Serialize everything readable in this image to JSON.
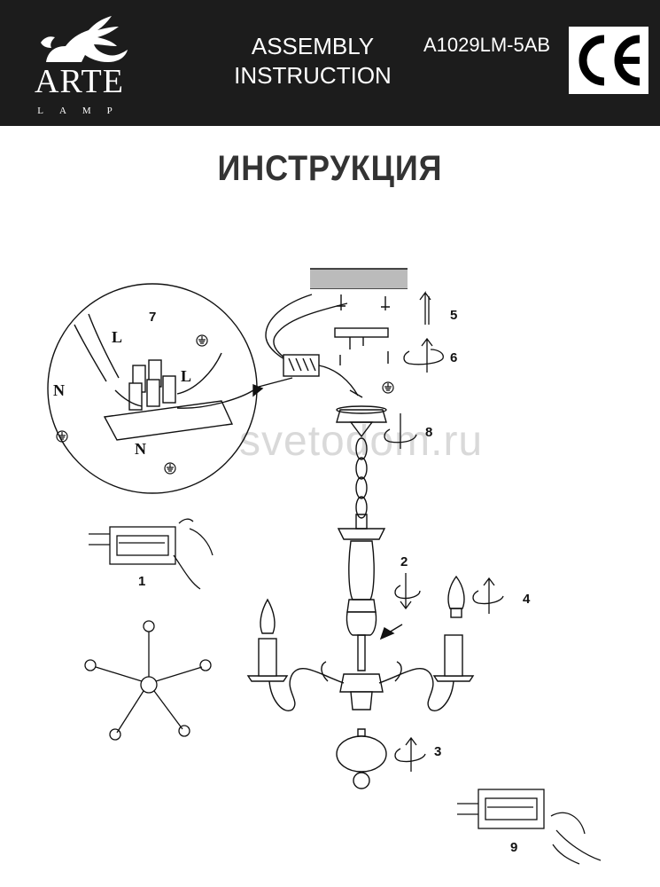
{
  "header": {
    "brand": "ARTE",
    "brand_sub": "LAMP",
    "title_line1": "ASSEMBLY",
    "title_line2": "INSTRUCTION",
    "model": "A1029LM-5AB",
    "ce_mark": "CE"
  },
  "main_title": "ИНСТРУКЦИЯ",
  "watermark": "svetodom.ru",
  "steps": [
    "1",
    "2",
    "3",
    "4",
    "5",
    "6",
    "7",
    "8",
    "9"
  ],
  "wire_labels": {
    "live": "L",
    "neutral": "N"
  },
  "icons": [
    "griffin-logo",
    "ce-mark-icon",
    "ground-symbol-icon",
    "rotate-arrow-icon",
    "up-arrow-icon",
    "hand-icon",
    "candle-bulb-icon",
    "chandelier-icon",
    "terminal-block-icon",
    "arm-layout-icon"
  ],
  "colors": {
    "header_bg": "#1c1c1c",
    "ink": "#111111",
    "watermark": "#d9d9d9"
  }
}
